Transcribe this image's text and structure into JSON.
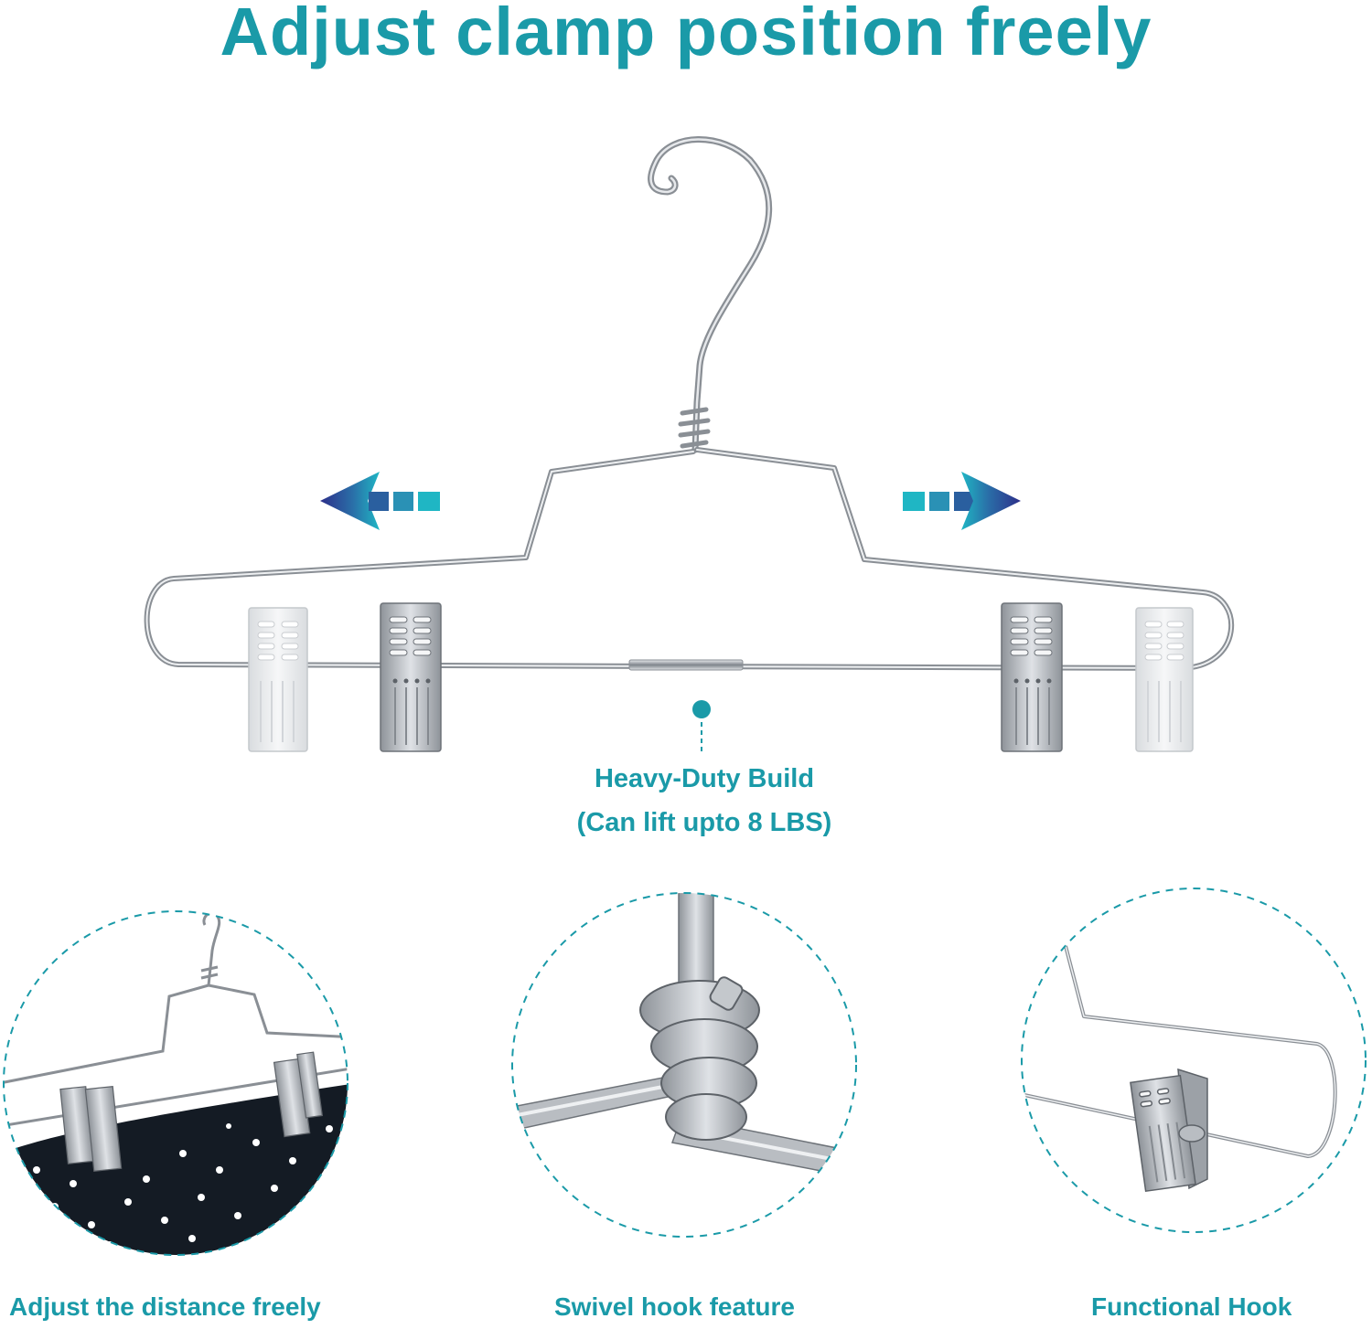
{
  "header": {
    "title": "Adjust clamp position freely"
  },
  "callout": {
    "line1": "Heavy-Duty Build",
    "line2": "(Can lift upto 8 LBS)"
  },
  "details": [
    {
      "caption": "Adjust the distance freely"
    },
    {
      "caption": "Swivel hook feature"
    },
    {
      "caption": "Functional Hook"
    }
  ],
  "colors": {
    "accent": "#1a9aa8",
    "arrow_dark": "#2d2f8a",
    "arrow_light": "#1fb6c4",
    "chrome": "#a7abb1"
  },
  "icons": [
    "arrow-left-icon",
    "arrow-right-icon",
    "callout-dot-icon"
  ]
}
